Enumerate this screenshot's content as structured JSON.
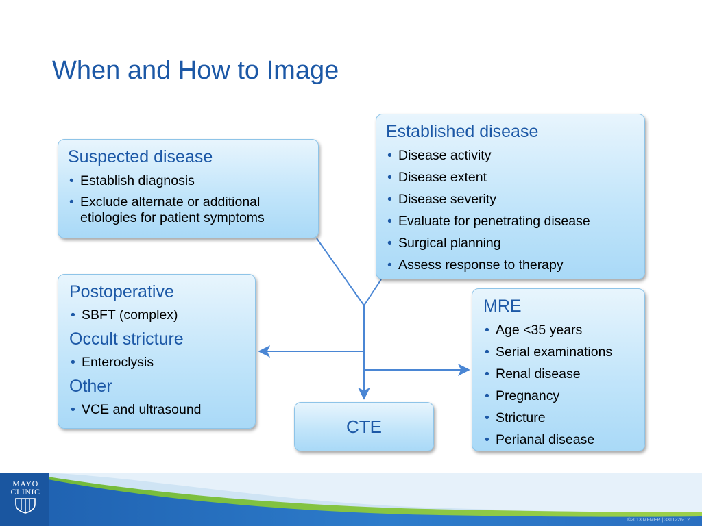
{
  "title": "When and How to Image",
  "boxes": {
    "suspected": {
      "heading": "Suspected disease",
      "items": [
        "Establish diagnosis",
        "Exclude alternate or additional etiologies for patient symptoms"
      ]
    },
    "established": {
      "heading": "Established disease",
      "items": [
        "Disease activity",
        "Disease extent",
        "Disease severity",
        "Evaluate for penetrating  disease",
        "Surgical planning",
        "Assess response to therapy"
      ]
    },
    "postoperative": {
      "heading": "Postoperative",
      "items": [
        "SBFT (complex)"
      ]
    },
    "occult": {
      "heading": "Occult stricture",
      "items": [
        "Enteroclysis"
      ]
    },
    "other": {
      "heading": "Other",
      "items": [
        "VCE and ultrasound"
      ]
    },
    "mre": {
      "heading": "MRE",
      "items": [
        "Age <35 years",
        "Serial examinations",
        "Renal disease",
        "Pregnancy",
        "Stricture",
        "Perianal disease"
      ]
    },
    "cte": {
      "label": "CTE"
    }
  },
  "logo": {
    "line1": "MAYO",
    "line2": "CLINIC"
  },
  "footer": {
    "copyright": "©2013 MFMER  |  3311226-12"
  },
  "colors": {
    "title": "#1c58a6",
    "box_fill_top": "#e8f5fd",
    "box_fill_bottom": "#a9d9f7",
    "connector": "#4a86d4",
    "footer_blue": "#2a6fc0",
    "footer_green": "#8cc63f"
  }
}
